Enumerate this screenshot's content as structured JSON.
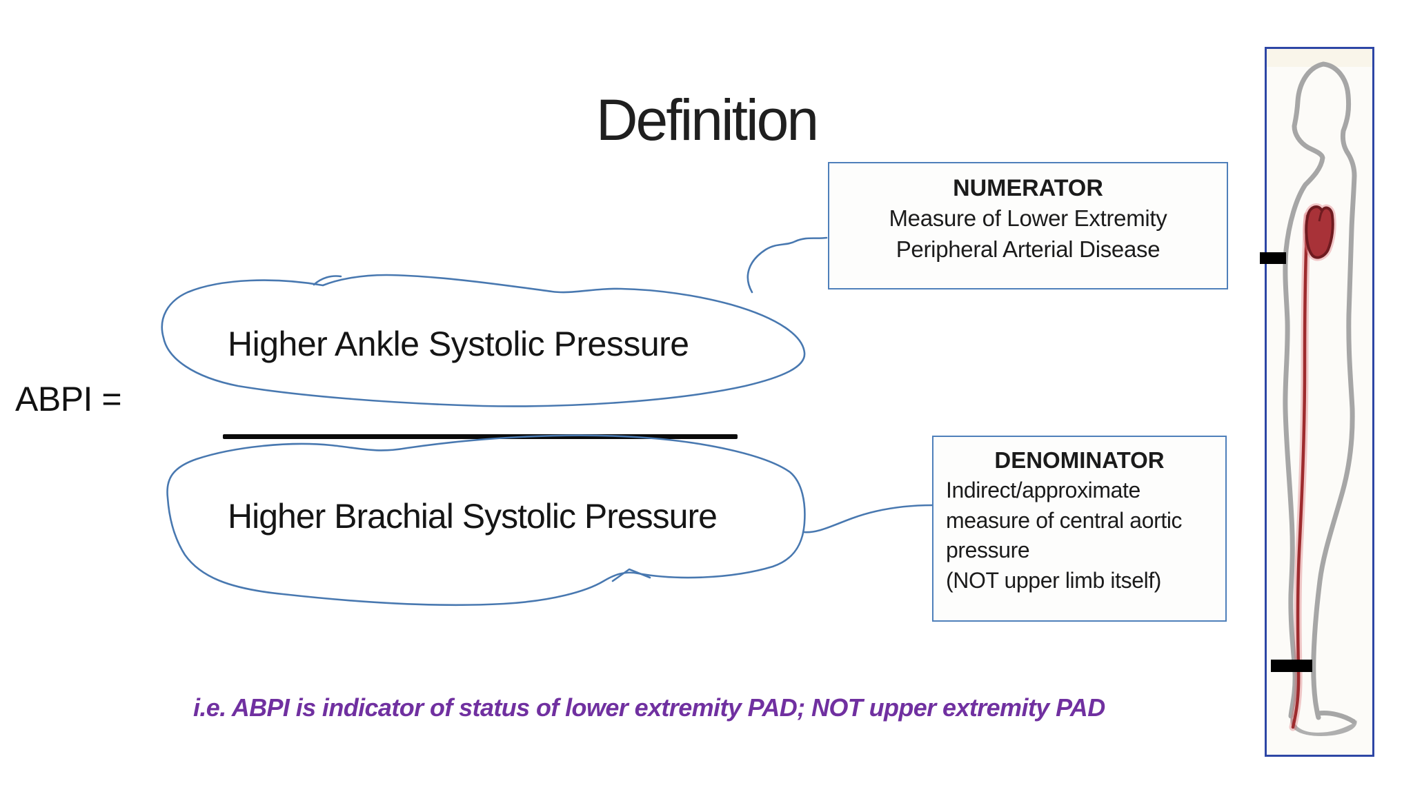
{
  "slide": {
    "title": "Definition",
    "formula": {
      "lhs_label": "ABPI =",
      "numerator": "Higher Ankle Systolic Pressure",
      "denominator": "Higher Brachial Systolic Pressure"
    },
    "numerator_callout": {
      "heading": "NUMERATOR",
      "lines": [
        "Measure of Lower Extremity",
        "Peripheral Arterial Disease"
      ]
    },
    "denominator_callout": {
      "heading": "DENOMINATOR",
      "lines": [
        "Indirect/approximate",
        "measure of central aortic",
        "pressure",
        "(NOT upper limb itself)"
      ]
    },
    "footnote": "i.e. ABPI is indicator of status of lower extremity PAD; NOT upper extremity PAD",
    "colors": {
      "callout_border": "#4e7fba",
      "annotation_stroke": "#4878b0",
      "footnote_text": "#7030a0",
      "figure_panel_border": "#2d46a5",
      "silhouette": "#a6a6a6",
      "heart": "#a83238",
      "artery": "#9e2b2e",
      "level_marker": "#000000",
      "fraction_divider": "#0a0a0a"
    }
  }
}
